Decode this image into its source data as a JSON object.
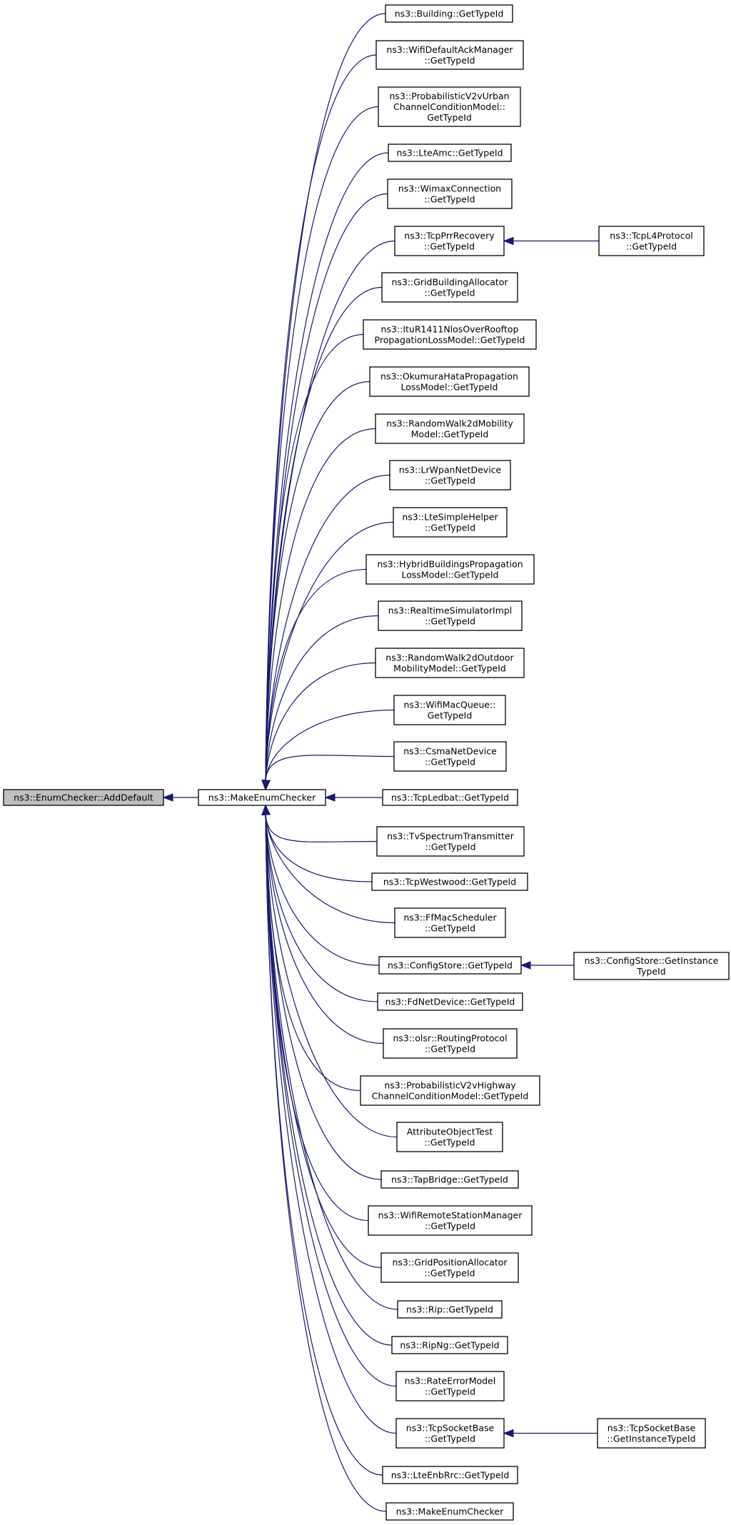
{
  "graph": {
    "root": {
      "id": "enum-checker-add-default",
      "lines": [
        "ns3::EnumChecker::AddDefault"
      ]
    },
    "hub": {
      "id": "make-enum-checker",
      "lines": [
        "ns3::MakeEnumChecker"
      ]
    },
    "callers": [
      {
        "id": "building-gettypeid",
        "lines": [
          "ns3::Building::GetTypeId"
        ]
      },
      {
        "id": "wifi-default-ack-manager",
        "lines": [
          "ns3::WifiDefaultAckManager",
          "::GetTypeId"
        ]
      },
      {
        "id": "probabilistic-v2v-urban",
        "lines": [
          "ns3::ProbabilisticV2vUrban",
          "ChannelConditionModel::",
          "GetTypeId"
        ]
      },
      {
        "id": "lte-amc",
        "lines": [
          "ns3::LteAmc::GetTypeId"
        ]
      },
      {
        "id": "wimax-connection",
        "lines": [
          "ns3::WimaxConnection",
          "::GetTypeId"
        ]
      },
      {
        "id": "tcp-prr-recovery",
        "lines": [
          "ns3::TcpPrrRecovery",
          "::GetTypeId"
        ]
      },
      {
        "id": "grid-building-allocator",
        "lines": [
          "ns3::GridBuildingAllocator",
          "::GetTypeId"
        ]
      },
      {
        "id": "itur1411-nlos",
        "lines": [
          "ns3::ItuR1411NlosOverRooftop",
          "PropagationLossModel::GetTypeId"
        ]
      },
      {
        "id": "okumura-hata",
        "lines": [
          "ns3::OkumuraHataPropagation",
          "LossModel::GetTypeId"
        ]
      },
      {
        "id": "random-walk-2d-mobility",
        "lines": [
          "ns3::RandomWalk2dMobility",
          "Model::GetTypeId"
        ]
      },
      {
        "id": "lrwpan-net-device",
        "lines": [
          "ns3::LrWpanNetDevice",
          "::GetTypeId"
        ]
      },
      {
        "id": "lte-simple-helper",
        "lines": [
          "ns3::LteSimpleHelper",
          "::GetTypeId"
        ]
      },
      {
        "id": "hybrid-buildings-propagation",
        "lines": [
          "ns3::HybridBuildingsPropagation",
          "LossModel::GetTypeId"
        ]
      },
      {
        "id": "realtime-simulator-impl",
        "lines": [
          "ns3::RealtimeSimulatorImpl",
          "::GetTypeId"
        ]
      },
      {
        "id": "random-walk-2d-outdoor",
        "lines": [
          "ns3::RandomWalk2dOutdoor",
          "MobilityModel::GetTypeId"
        ]
      },
      {
        "id": "wifi-mac-queue",
        "lines": [
          "ns3::WifiMacQueue::",
          "GetTypeId"
        ]
      },
      {
        "id": "csma-net-device",
        "lines": [
          "ns3::CsmaNetDevice",
          "::GetTypeId"
        ]
      },
      {
        "id": "tcp-ledbat",
        "lines": [
          "ns3::TcpLedbat::GetTypeId"
        ]
      },
      {
        "id": "tv-spectrum-transmitter",
        "lines": [
          "ns3::TvSpectrumTransmitter",
          "::GetTypeId"
        ]
      },
      {
        "id": "tcp-westwood",
        "lines": [
          "ns3::TcpWestwood::GetTypeId"
        ]
      },
      {
        "id": "ff-mac-scheduler",
        "lines": [
          "ns3::FfMacScheduler",
          "::GetTypeId"
        ]
      },
      {
        "id": "config-store",
        "lines": [
          "ns3::ConfigStore::GetTypeId"
        ]
      },
      {
        "id": "fd-net-device",
        "lines": [
          "ns3::FdNetDevice::GetTypeId"
        ]
      },
      {
        "id": "olsr-routing-protocol",
        "lines": [
          "ns3::olsr::RoutingProtocol",
          "::GetTypeId"
        ]
      },
      {
        "id": "probabilistic-v2v-highway",
        "lines": [
          "ns3::ProbabilisticV2vHighway",
          "ChannelConditionModel::GetTypeId"
        ]
      },
      {
        "id": "attribute-object-test",
        "lines": [
          "AttributeObjectTest",
          "::GetTypeId"
        ]
      },
      {
        "id": "tap-bridge",
        "lines": [
          "ns3::TapBridge::GetTypeId"
        ]
      },
      {
        "id": "wifi-remote-station-manager",
        "lines": [
          "ns3::WifiRemoteStationManager",
          "::GetTypeId"
        ]
      },
      {
        "id": "grid-position-allocator",
        "lines": [
          "ns3::GridPositionAllocator",
          "::GetTypeId"
        ]
      },
      {
        "id": "rip",
        "lines": [
          "ns3::Rip::GetTypeId"
        ]
      },
      {
        "id": "ripng",
        "lines": [
          "ns3::RipNg::GetTypeId"
        ]
      },
      {
        "id": "rate-error-model",
        "lines": [
          "ns3::RateErrorModel",
          "::GetTypeId"
        ]
      },
      {
        "id": "tcp-socket-base",
        "lines": [
          "ns3::TcpSocketBase",
          "::GetTypeId"
        ]
      },
      {
        "id": "lte-enb-rrc",
        "lines": [
          "ns3::LteEnbRrc::GetTypeId"
        ]
      },
      {
        "id": "make-enum-checker-self",
        "lines": [
          "ns3::MakeEnumChecker"
        ]
      }
    ],
    "second_level": [
      {
        "id": "tcp-l4-protocol",
        "parent": "tcp-prr-recovery",
        "lines": [
          "ns3::TcpL4Protocol",
          "::GetTypeId"
        ]
      },
      {
        "id": "config-store-instance",
        "parent": "config-store",
        "lines": [
          "ns3::ConfigStore::GetInstance",
          "TypeId"
        ]
      },
      {
        "id": "tcp-socket-base-instance",
        "parent": "tcp-socket-base",
        "lines": [
          "ns3::TcpSocketBase",
          "::GetInstanceTypeId"
        ]
      }
    ],
    "edge_color": "#191970",
    "root_fill": "#bfbfbf"
  }
}
